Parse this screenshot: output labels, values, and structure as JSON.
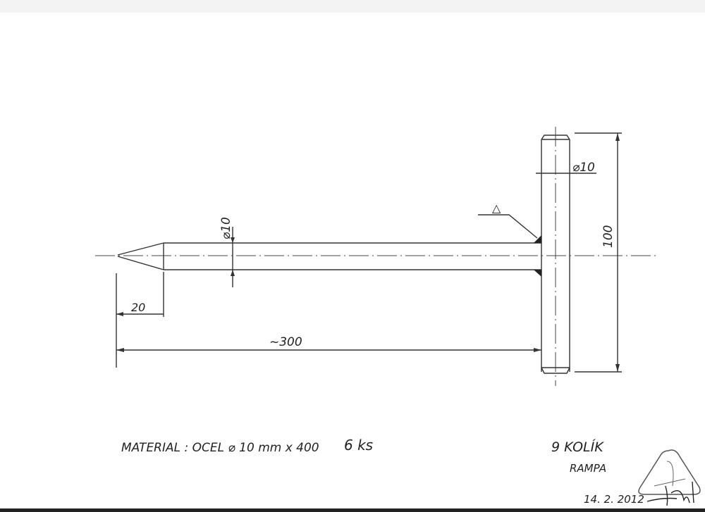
{
  "drawing": {
    "dimensions": {
      "rod_diameter": "⌀10",
      "cross_diameter": "⌀10",
      "tip_length": "20",
      "overall_length": "~300",
      "cross_length": "100"
    },
    "weld_symbol": "△"
  },
  "title_block": {
    "material": "MATERIAL : OCEL ⌀ 10 mm x 400",
    "quantity": "6 ks",
    "part": "9 KOLÍK",
    "assembly": "RAMPA",
    "date": "14. 2. 2012"
  }
}
